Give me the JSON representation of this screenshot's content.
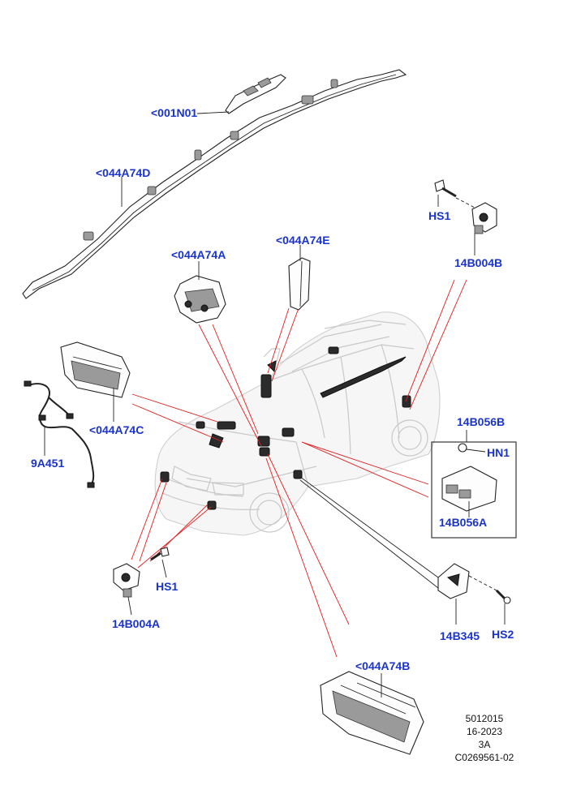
{
  "labels": {
    "l_001N01": "<001N01",
    "l_044A74D": "<044A74D",
    "l_044A74A": "<044A74A",
    "l_044A74E": "<044A74E",
    "l_044A74C": "<044A74C",
    "l_044A74B": "<044A74B",
    "l_9A451": "9A451",
    "l_hs1_top": "HS1",
    "l_14B004B": "14B004B",
    "l_14B056B": "14B056B",
    "l_HN1": "HN1",
    "l_14B056A": "14B056A",
    "l_hs1_bottom": "HS1",
    "l_14B004A": "14B004A",
    "l_14B345": "14B345",
    "l_HS2": "HS2"
  },
  "reference": {
    "line1": "5012015",
    "line2": "16-2023",
    "line3": "3A",
    "line4": "C0269561-02"
  },
  "colors": {
    "label": "#1a33cc",
    "leader_red": "#e21d1d",
    "line": "#222222",
    "car_outline": "#c9c9c9"
  }
}
